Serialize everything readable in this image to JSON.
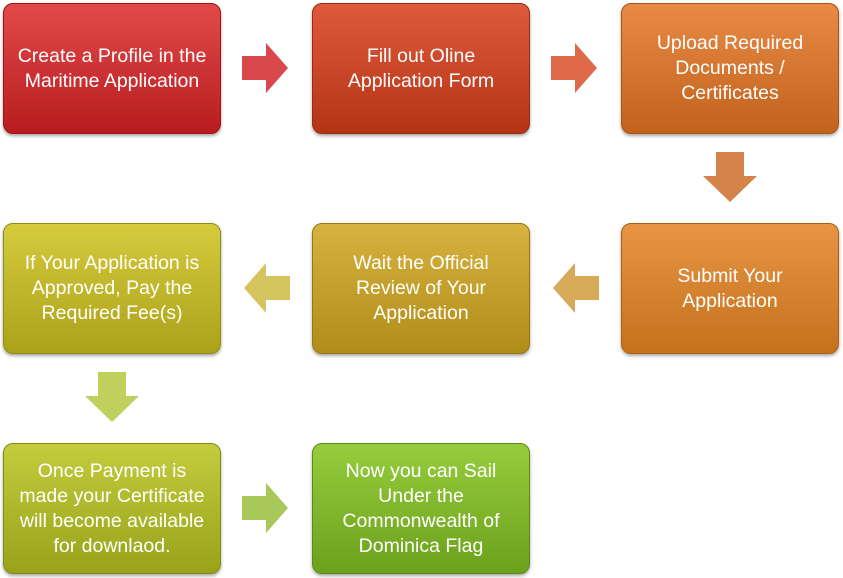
{
  "diagram": {
    "steps": [
      {
        "label": "Create a Profile in the\nMaritime Application",
        "color_top": "#e24a4a",
        "color_bottom": "#b81c1e",
        "border": "#9e1416"
      },
      {
        "label": "Fill out Oline\nApplication Form",
        "color_top": "#df5a3d",
        "color_bottom": "#b53416",
        "border": "#9b2a10"
      },
      {
        "label": "Upload Required\nDocuments /\nCertificates",
        "color_top": "#e88a45",
        "color_bottom": "#c2621c",
        "border": "#a95316"
      },
      {
        "label": "Submit Your\nApplication",
        "color_top": "#e79545",
        "color_bottom": "#c5711c",
        "border": "#a96016"
      },
      {
        "label": "Wait the Official\nReview of Your\nApplication",
        "color_top": "#d7b23e",
        "color_bottom": "#b08c18",
        "border": "#977712"
      },
      {
        "label": "If Your Application is\nApproved, Pay the\nRequired Fee(s)",
        "color_top": "#d6ca3d",
        "color_bottom": "#aca21a",
        "border": "#938a13"
      },
      {
        "label": "Once Payment is\nmade your Certificate\nwill become available\nfor downlaod.",
        "color_top": "#c3cc3c",
        "color_bottom": "#98a31b",
        "border": "#828b14"
      },
      {
        "label": "Now you can Sail\nUnder the\nCommonwealth of\nDominica Flag",
        "color_top": "#97cc3e",
        "color_bottom": "#6ba11b",
        "border": "#5b8a14"
      }
    ],
    "arrows": [
      {
        "direction": "right",
        "color": "#d9484c"
      },
      {
        "direction": "right",
        "color": "#df6a4a"
      },
      {
        "direction": "down",
        "color": "#d4844a"
      },
      {
        "direction": "left",
        "color": "#d9a95a"
      },
      {
        "direction": "left",
        "color": "#d6c45e"
      },
      {
        "direction": "down",
        "color": "#bfd05c"
      },
      {
        "direction": "right",
        "color": "#a8c85a"
      }
    ]
  }
}
